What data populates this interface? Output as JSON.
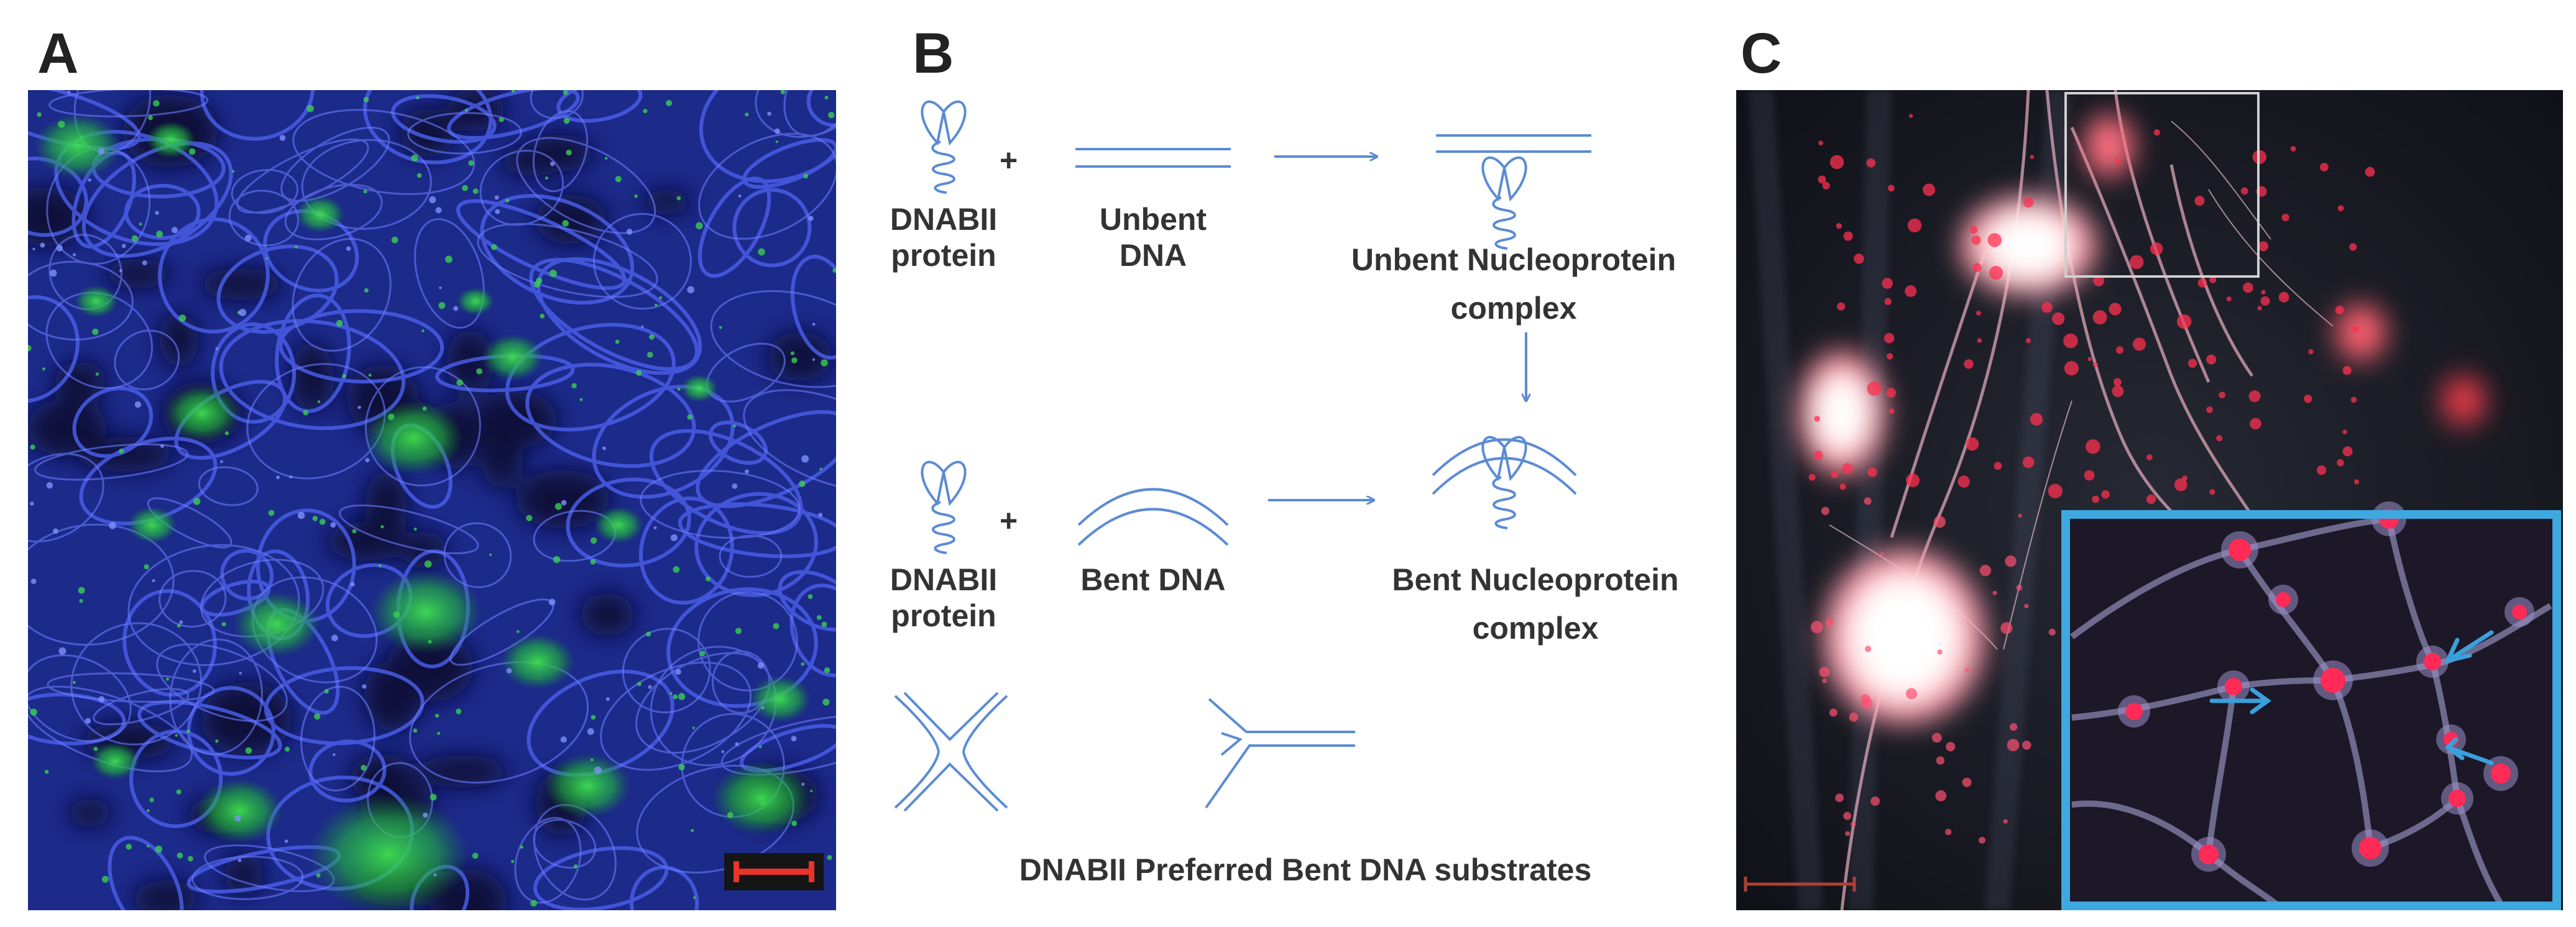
{
  "figure": {
    "panel_labels": [
      "A",
      "B",
      "C"
    ],
    "panel_b": {
      "row1": {
        "protein_label": [
          "DNABII",
          "protein"
        ],
        "plus": "+",
        "dna_label": [
          "Unbent",
          "DNA"
        ],
        "product_label": [
          "Unbent Nucleoprotein",
          "complex"
        ]
      },
      "row2": {
        "protein_label": [
          "DNABII",
          "protein"
        ],
        "plus": "+",
        "dna_label": "Bent DNA",
        "product_label": [
          "Bent Nucleoprotein",
          "complex"
        ]
      },
      "substrates_caption": "DNABII Preferred Bent DNA substrates"
    },
    "colors": {
      "diagram_blue": "#5b8bd4",
      "scale_bar_a": "#e8342a",
      "scale_bar_c": "#b04030",
      "inset_border": "#3ea8e0",
      "arrow_cyan": "#3aa0dc",
      "fluor_green": "#2fd040",
      "fluor_blue": "#2838c8",
      "fluor_red": "#ff3050"
    }
  }
}
